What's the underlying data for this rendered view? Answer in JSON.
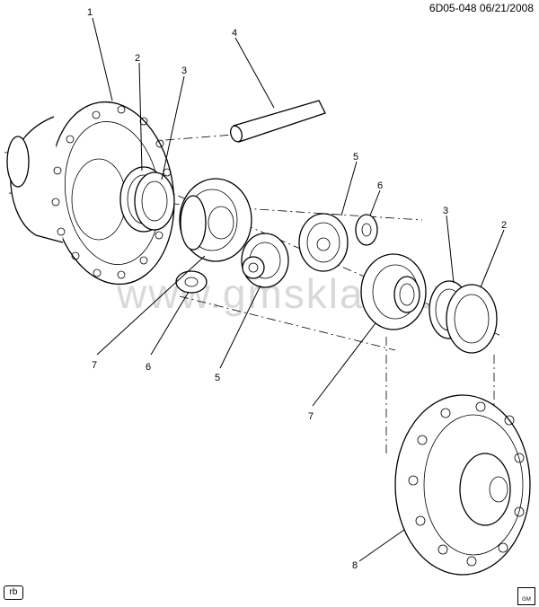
{
  "header": {
    "code": "6D05-048 06/21/2008"
  },
  "watermark": {
    "text": "www.gmsklad.ru"
  },
  "footer": {
    "corner_tag": "rb",
    "seal_text": "GM"
  },
  "callouts": {
    "c1": "1",
    "c2a": "2",
    "c3a": "3",
    "c4": "4",
    "c5a": "5",
    "c6a": "6",
    "c3b": "3",
    "c2b": "2",
    "c7a": "7",
    "c6b": "6",
    "c5b": "5",
    "c7b": "7",
    "c8": "8"
  }
}
